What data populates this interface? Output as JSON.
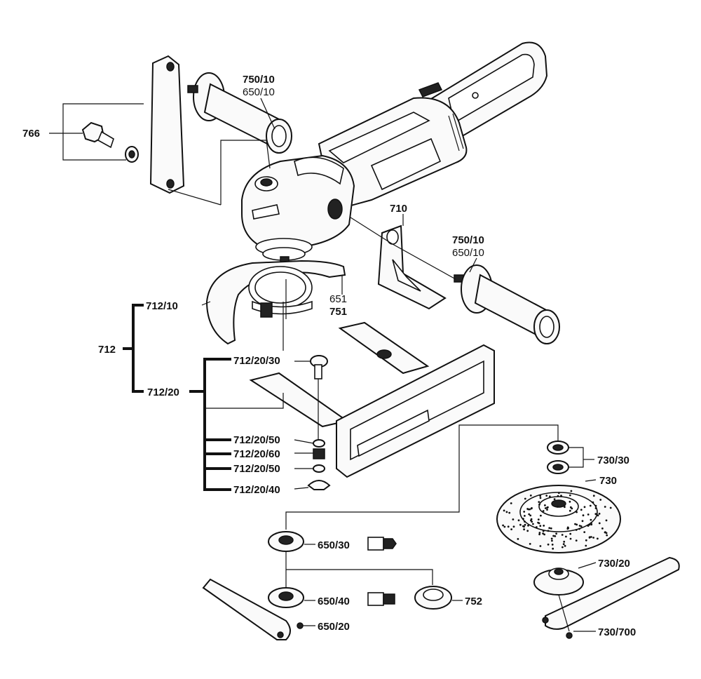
{
  "labels": {
    "766": "766",
    "750_10_top_bold": "750/10",
    "650_10_top": "650/10",
    "710": "710",
    "750_10_right_bold": "750/10",
    "650_10_right": "650/10",
    "651": "651",
    "751": "751",
    "712_10": "712/10",
    "712": "712",
    "712_20_30": "712/20/30",
    "712_20": "712/20",
    "712_20_50_a": "712/20/50",
    "712_20_60": "712/20/60",
    "712_20_50_b": "712/20/50",
    "712_20_40": "712/20/40",
    "730_30": "730/30",
    "730": "730",
    "650_30": "650/30",
    "650_40": "650/40",
    "752": "752",
    "650_20": "650/20",
    "730_20": "730/20",
    "730_700": "730/700"
  }
}
